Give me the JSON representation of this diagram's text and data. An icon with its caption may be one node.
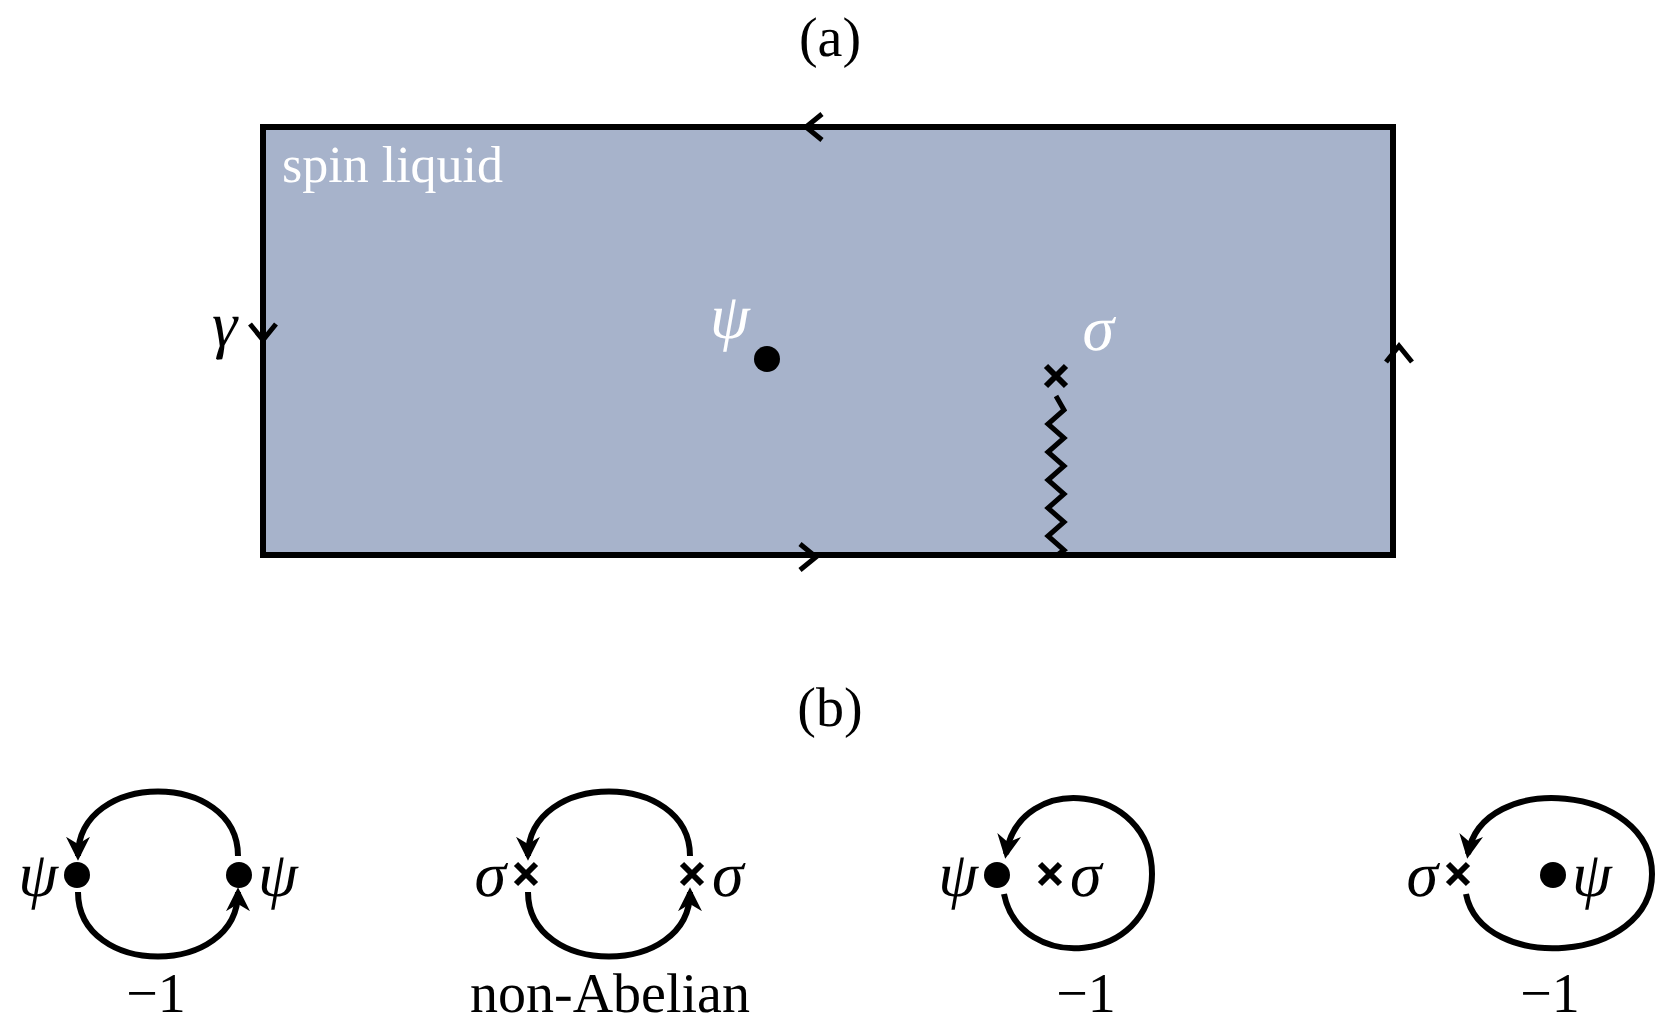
{
  "diagram": {
    "nodes": [
      {
        "text": [
          "spin liquid"
        ],
        "beside": [
          "γ"
        ]
      },
      {
        "text": [
          "ψ"
        ],
        "in": 0
      },
      {
        "text": [
          "σ"
        ],
        "in": 0
      },
      {
        "text": [
          "ψ"
        ]
      },
      {
        "text": [
          "ψ"
        ]
      },
      {
        "text": [
          "σ"
        ]
      },
      {
        "text": [
          "σ"
        ]
      },
      {
        "text": [
          "ψ"
        ]
      },
      {
        "text": [
          "σ"
        ]
      },
      {
        "text": [
          "σ"
        ]
      },
      {
        "text": [
          "ψ"
        ]
      }
    ],
    "edges": [
      {
        "from": 2,
        "to": 0,
        "arrow": "none"
      },
      {
        "from": 4,
        "to": 3,
        "arrow": "to"
      },
      {
        "from": 3,
        "to": 4,
        "arrow": "to"
      },
      {
        "from": 6,
        "to": 5,
        "arrow": "to"
      },
      {
        "from": 5,
        "to": 6,
        "arrow": "to"
      },
      {
        "from": 7,
        "to": 7,
        "arrow": "to"
      },
      {
        "from": 9,
        "to": 9,
        "arrow": "to"
      }
    ],
    "labels": [
      "(a)",
      "(b)",
      "−1",
      "non-Abelian",
      "−1",
      "−1"
    ]
  }
}
